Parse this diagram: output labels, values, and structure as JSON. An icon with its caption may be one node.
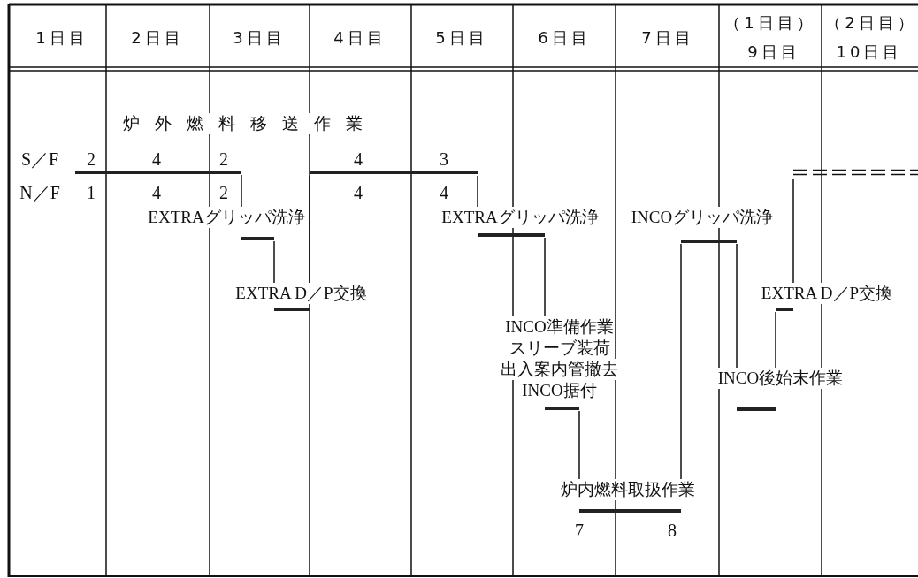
{
  "diagram": {
    "nodes": [
      {
        "text": [
          "炉外燃料移送作業"
        ]
      },
      {
        "text": [
          "EXTRAグリッパ洗浄"
        ]
      },
      {
        "text": [
          "EXTRA D／P交換"
        ]
      },
      {
        "text": [],
        "shape": "bar"
      },
      {
        "text": [
          "EXTRAグリッパ洗浄"
        ]
      },
      {
        "text": [
          "INCO準備作業",
          "スリーブ装荷",
          "出入案内管撤去",
          "INCO据付"
        ]
      },
      {
        "text": [
          "炉内燃料取扱作業"
        ],
        "beside": [
          "7",
          "8"
        ]
      },
      {
        "text": [
          "INCOグリッパ洗浄"
        ]
      },
      {
        "text": [
          "INCO後始末作業"
        ]
      },
      {
        "text": [
          "EXTRA D／P交換"
        ]
      },
      {
        "text": [],
        "shape": "bar"
      }
    ],
    "edges": [
      {
        "from": 0,
        "to": 1,
        "arrow": "none"
      },
      {
        "from": 1,
        "to": 2,
        "arrow": "none"
      },
      {
        "from": 2,
        "to": 3,
        "arrow": "none"
      },
      {
        "from": 3,
        "to": 4,
        "arrow": "none"
      },
      {
        "from": 4,
        "to": 5,
        "arrow": "none"
      },
      {
        "from": 5,
        "to": 6,
        "arrow": "none"
      },
      {
        "from": 6,
        "to": 7,
        "arrow": "none"
      },
      {
        "from": 7,
        "to": 8,
        "arrow": "none"
      },
      {
        "from": 8,
        "to": 9,
        "arrow": "none"
      },
      {
        "from": 9,
        "to": 10,
        "arrow": "none"
      }
    ],
    "labels": [
      "1日目",
      "2日目",
      "3日目",
      "4日目",
      "5日目",
      "6日目",
      "7日目",
      "（1日目）",
      "（2日目）",
      "9日目",
      "10日目",
      "S／F",
      "2",
      "4",
      "2",
      "4",
      "3",
      "N／F",
      "1",
      "4",
      "2",
      "4",
      "4"
    ]
  }
}
